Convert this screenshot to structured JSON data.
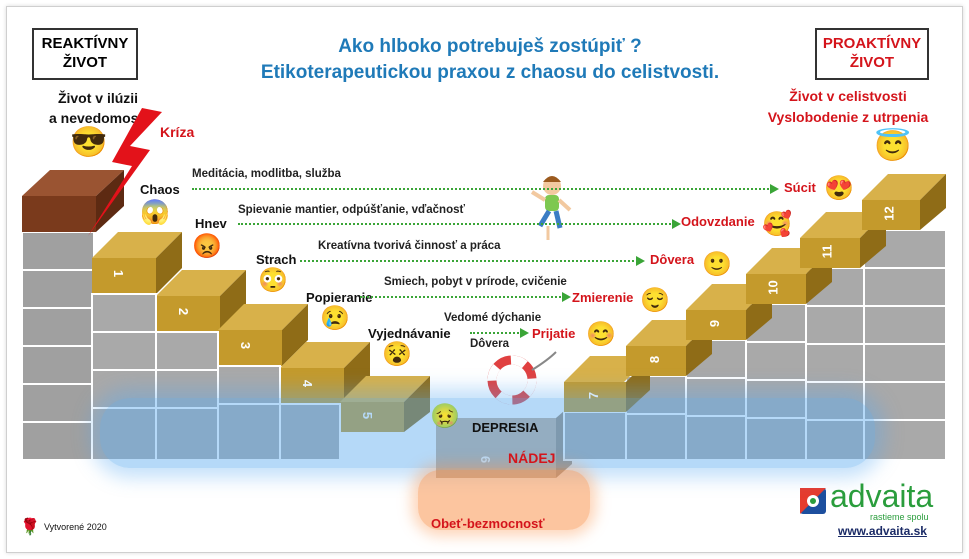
{
  "header": {
    "title_line1": "Ako hlboko potrebuješ zostúpiť ?",
    "title_line2": "Etikoterapeutickou praxou z chaosu do celistvosti."
  },
  "left_box": {
    "line1": "REAKTÍVNY",
    "line2": "ŽIVOT"
  },
  "right_box": {
    "line1": "PROAKTÍVNY",
    "line2": "ŽIVOT"
  },
  "left_caption": {
    "line1": "Život v ilúzii",
    "line2": "a nevedomosti"
  },
  "right_caption": {
    "line1": "Život v celistvosti",
    "line2": "Vyslobodenie z utrpenia"
  },
  "kriza": "Kríza",
  "descent_steps": [
    {
      "label": "Chaos",
      "number": "1"
    },
    {
      "label": "Hnev",
      "number": "2"
    },
    {
      "label": "Strach",
      "number": "3"
    },
    {
      "label": "Popieranie",
      "number": "4"
    },
    {
      "label": "Vyjednávanie",
      "number": "5"
    }
  ],
  "bottom": {
    "depresia": "DEPRESIA",
    "nadej": "NÁDEJ",
    "step6": "6",
    "obet": "Obeť-bezmocnosť"
  },
  "ascent_steps": [
    {
      "label": "Prijatie",
      "number": "7"
    },
    {
      "label": "Zmierenie",
      "number": "8"
    },
    {
      "label": "Dôvera",
      "number": "9"
    },
    {
      "label": "Odovzdanie",
      "number": "10"
    },
    {
      "label": "Súcit",
      "number": "11"
    },
    {
      "label": "",
      "number": "12"
    }
  ],
  "practices": [
    "Meditácia, modlitba, služba",
    "Spievanie mantier, odpúšťanie, vďačnosť",
    "Kreatívna tvorivá činnosť a práca",
    "Smiech, pobyt v prírode, cvičenie"
  ],
  "practice_small": {
    "line1": "Vedomé dýchanie",
    "line2": "Dôvera"
  },
  "logo": {
    "name": "advaita",
    "tagline": "rastieme spolu",
    "url": "www.advaita.sk"
  },
  "footer": {
    "created": "Vytvorené 2020"
  },
  "emoji": {
    "sunglasses": "😎",
    "scream": "😱",
    "angry": "😡",
    "flushed": "😳",
    "cry": "😢",
    "dizzy": "😵",
    "sick": "🤢",
    "smile": "😊",
    "relieved": "😌",
    "slight": "🙂",
    "hearts": "🥰",
    "heart_eyes": "😍",
    "halo": "😇",
    "rose": "🌹"
  },
  "colors": {
    "title": "#1f7ab8",
    "red_text": "#d4141b",
    "gold_step": "#c49a2c",
    "gray_step": "#9a9a9a",
    "brown_step": "#7a3a1c",
    "arrow_green": "#3aa537",
    "glow_blue": "#5aaaf0",
    "glow_orange": "#fa9650"
  }
}
